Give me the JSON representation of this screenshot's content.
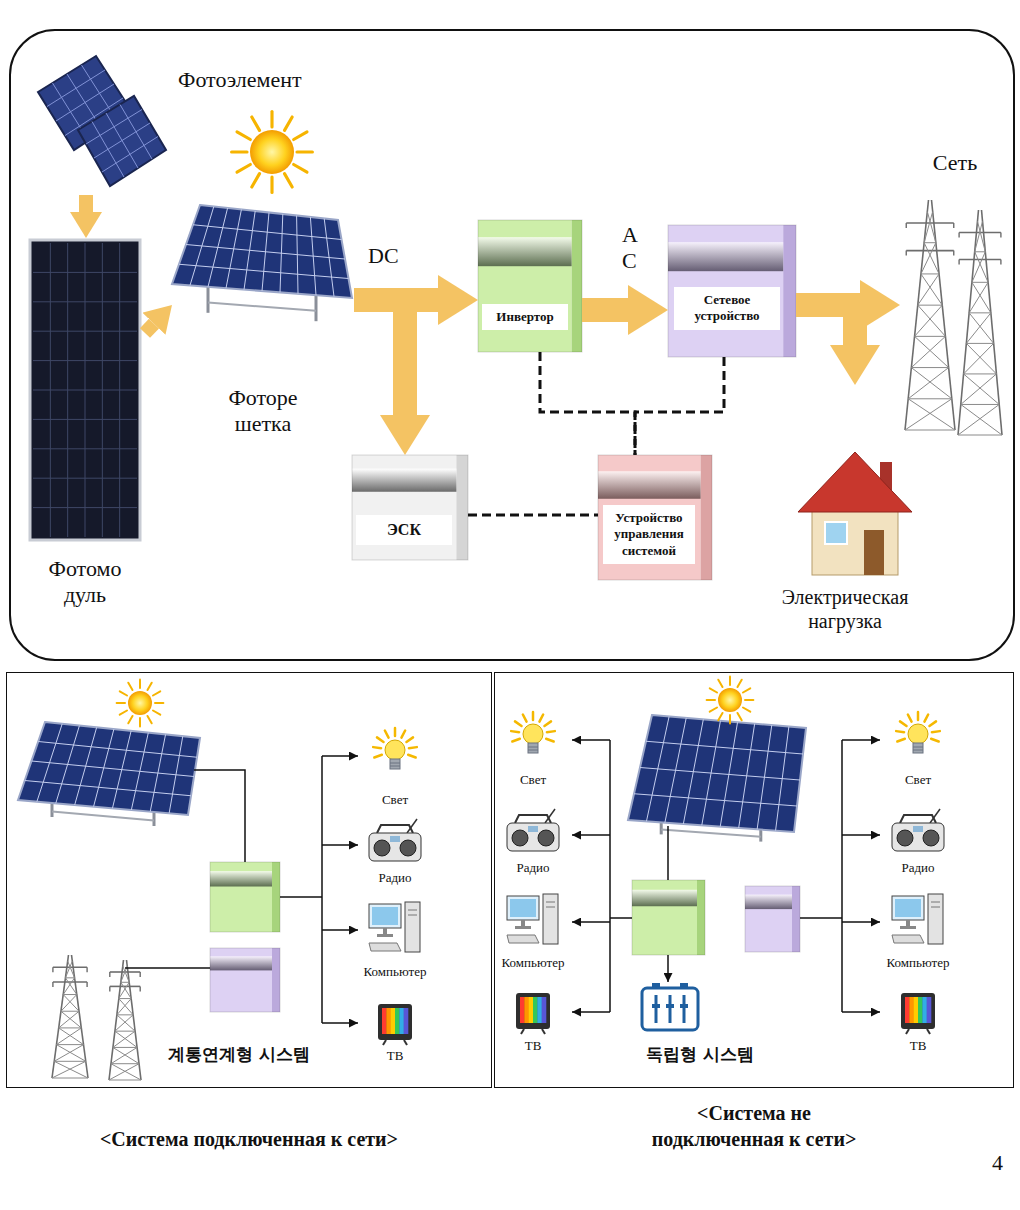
{
  "diagram": {
    "nodes": [
      {
        "text": [
          "Фотоэлемент"
        ]
      },
      {
        "text": [
          "Фотомо дуль"
        ]
      },
      {
        "text": [
          "Фоторе шетка"
        ]
      },
      {
        "text": [
          "Инвертор"
        ]
      },
      {
        "text": [
          "Сетевое устройство"
        ]
      },
      {
        "text": [
          "Сеть"
        ]
      },
      {
        "text": [
          "ЭСК"
        ]
      },
      {
        "text": [
          "Устройство управления системой"
        ]
      },
      {
        "text": [
          "Электрическая нагрузка"
        ]
      },
      {
        "text": [
          "계통연계형 시스템",
          "<Система подключенная к сети>"
        ]
      },
      {
        "text": [
          "Свет"
        ],
        "in": 9
      },
      {
        "text": [
          "Радио"
        ],
        "in": 9
      },
      {
        "text": [
          "Компьютер"
        ],
        "in": 9
      },
      {
        "text": [
          "ТВ"
        ],
        "in": 9
      },
      {
        "text": [
          "독립형 시스템",
          "<Система не подключенная к сети>"
        ]
      },
      {
        "text": [
          "Свет"
        ],
        "in": 14
      },
      {
        "text": [
          "Радио"
        ],
        "in": 14
      },
      {
        "text": [
          "Компьютер"
        ],
        "in": 14
      },
      {
        "text": [
          "ТВ"
        ],
        "in": 14
      },
      {
        "text": [
          "Свет"
        ],
        "in": 14
      },
      {
        "text": [
          "Радио"
        ],
        "in": 14
      },
      {
        "text": [
          "Компьютер"
        ],
        "in": 14
      },
      {
        "text": [
          "ТВ"
        ],
        "in": 14
      }
    ],
    "edges": [
      {
        "from": 0,
        "to": 1,
        "arrow": "to"
      },
      {
        "from": 1,
        "to": 2,
        "arrow": "to"
      },
      {
        "from": 2,
        "to": 3,
        "arrow": "to",
        "label": "DC"
      },
      {
        "from": 2,
        "to": 6,
        "arrow": "to"
      },
      {
        "from": 3,
        "to": 4,
        "arrow": "to",
        "label": "A C"
      },
      {
        "from": 4,
        "to": 5,
        "arrow": "to"
      },
      {
        "from": 4,
        "to": 8,
        "arrow": "to"
      },
      {
        "from": 3,
        "to": 7,
        "arrow": "none"
      },
      {
        "from": 4,
        "to": 7,
        "arrow": "none"
      },
      {
        "from": 6,
        "to": 7,
        "arrow": "none"
      }
    ],
    "labels": [
      "4"
    ]
  }
}
